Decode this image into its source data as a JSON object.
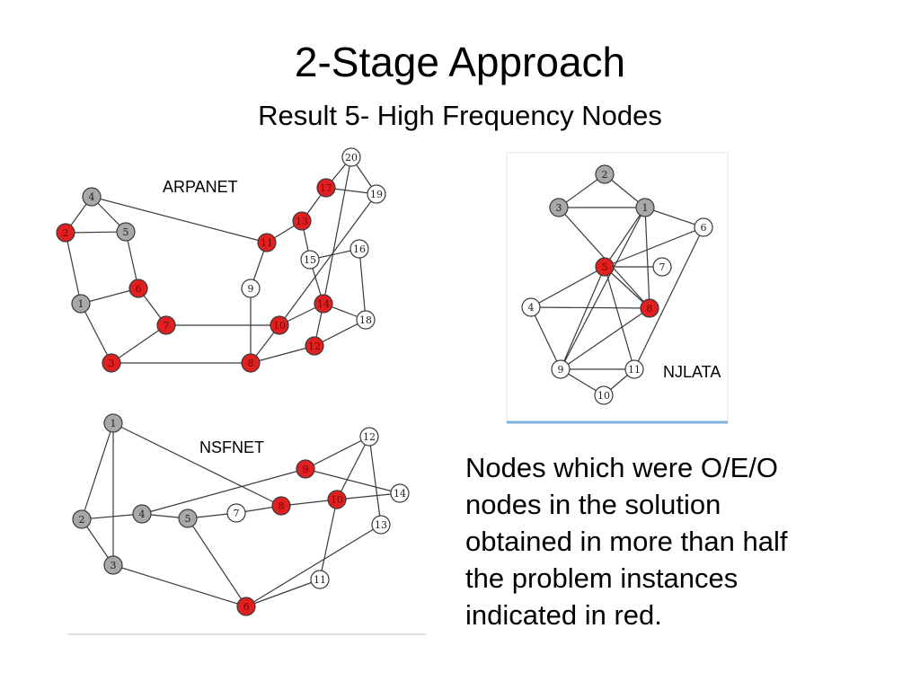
{
  "title": "2-Stage Approach",
  "subtitle": "Result 5- High Frequency Nodes",
  "note_lines": [
    "Nodes which were O/E/O",
    "nodes in the solution",
    "obtained in more than half",
    "the problem instances",
    "indicated in red."
  ],
  "colors": {
    "red": "#e02020",
    "gray": "#a8a8a8",
    "white": "#ffffff",
    "frame_line": "#7fb0dc"
  },
  "graphs": {
    "arpanet": {
      "label": "ARPANET",
      "nodes": [
        {
          "id": "1",
          "color": "gray"
        },
        {
          "id": "2",
          "color": "red"
        },
        {
          "id": "3",
          "color": "red"
        },
        {
          "id": "4",
          "color": "gray"
        },
        {
          "id": "5",
          "color": "gray"
        },
        {
          "id": "6",
          "color": "red"
        },
        {
          "id": "7",
          "color": "red"
        },
        {
          "id": "8",
          "color": "red"
        },
        {
          "id": "9",
          "color": "white"
        },
        {
          "id": "10",
          "color": "red"
        },
        {
          "id": "11",
          "color": "red"
        },
        {
          "id": "12",
          "color": "red"
        },
        {
          "id": "13",
          "color": "red"
        },
        {
          "id": "14",
          "color": "red"
        },
        {
          "id": "15",
          "color": "white"
        },
        {
          "id": "16",
          "color": "white"
        },
        {
          "id": "17",
          "color": "red"
        },
        {
          "id": "18",
          "color": "white"
        },
        {
          "id": "19",
          "color": "white"
        },
        {
          "id": "20",
          "color": "white"
        }
      ],
      "edges": [
        [
          "4",
          "2"
        ],
        [
          "4",
          "5"
        ],
        [
          "4",
          "11"
        ],
        [
          "2",
          "5"
        ],
        [
          "2",
          "1"
        ],
        [
          "5",
          "6"
        ],
        [
          "1",
          "6"
        ],
        [
          "1",
          "3"
        ],
        [
          "6",
          "7"
        ],
        [
          "7",
          "3"
        ],
        [
          "7",
          "10"
        ],
        [
          "3",
          "8"
        ],
        [
          "8",
          "9"
        ],
        [
          "8",
          "10"
        ],
        [
          "8",
          "12"
        ],
        [
          "9",
          "11"
        ],
        [
          "11",
          "13"
        ],
        [
          "13",
          "17"
        ],
        [
          "13",
          "15"
        ],
        [
          "17",
          "20"
        ],
        [
          "17",
          "19"
        ],
        [
          "20",
          "19"
        ],
        [
          "20",
          "14"
        ],
        [
          "19",
          "10"
        ],
        [
          "15",
          "14"
        ],
        [
          "15",
          "16"
        ],
        [
          "14",
          "10"
        ],
        [
          "14",
          "18"
        ],
        [
          "14",
          "12"
        ],
        [
          "16",
          "18"
        ],
        [
          "18",
          "12"
        ]
      ]
    },
    "nsfnet": {
      "label": "NSFNET",
      "nodes": [
        {
          "id": "1",
          "color": "gray"
        },
        {
          "id": "2",
          "color": "gray"
        },
        {
          "id": "3",
          "color": "gray"
        },
        {
          "id": "4",
          "color": "gray"
        },
        {
          "id": "5",
          "color": "gray"
        },
        {
          "id": "6",
          "color": "red"
        },
        {
          "id": "7",
          "color": "white"
        },
        {
          "id": "8",
          "color": "red"
        },
        {
          "id": "9",
          "color": "red"
        },
        {
          "id": "10",
          "color": "red"
        },
        {
          "id": "11",
          "color": "white"
        },
        {
          "id": "12",
          "color": "white"
        },
        {
          "id": "13",
          "color": "white"
        },
        {
          "id": "14",
          "color": "white"
        }
      ],
      "edges": [
        [
          "1",
          "2"
        ],
        [
          "1",
          "3"
        ],
        [
          "1",
          "8"
        ],
        [
          "2",
          "3"
        ],
        [
          "2",
          "4"
        ],
        [
          "3",
          "6"
        ],
        [
          "4",
          "5"
        ],
        [
          "4",
          "9"
        ],
        [
          "5",
          "7"
        ],
        [
          "5",
          "6"
        ],
        [
          "7",
          "8"
        ],
        [
          "8",
          "10"
        ],
        [
          "9",
          "12"
        ],
        [
          "9",
          "14"
        ],
        [
          "10",
          "12"
        ],
        [
          "10",
          "14"
        ],
        [
          "10",
          "11"
        ],
        [
          "12",
          "13"
        ],
        [
          "13",
          "6"
        ],
        [
          "6",
          "11"
        ]
      ]
    },
    "njlata": {
      "label": "NJLATA",
      "nodes": [
        {
          "id": "1",
          "color": "gray"
        },
        {
          "id": "2",
          "color": "gray"
        },
        {
          "id": "3",
          "color": "gray"
        },
        {
          "id": "4",
          "color": "white"
        },
        {
          "id": "5",
          "color": "red"
        },
        {
          "id": "6",
          "color": "white"
        },
        {
          "id": "7",
          "color": "white"
        },
        {
          "id": "8",
          "color": "red"
        },
        {
          "id": "9",
          "color": "white"
        },
        {
          "id": "10",
          "color": "white"
        },
        {
          "id": "11",
          "color": "white"
        }
      ],
      "edges": [
        [
          "2",
          "3"
        ],
        [
          "2",
          "1"
        ],
        [
          "3",
          "1"
        ],
        [
          "3",
          "8"
        ],
        [
          "1",
          "6"
        ],
        [
          "1",
          "5"
        ],
        [
          "1",
          "8"
        ],
        [
          "1",
          "9"
        ],
        [
          "6",
          "5"
        ],
        [
          "6",
          "11"
        ],
        [
          "5",
          "7"
        ],
        [
          "5",
          "8"
        ],
        [
          "5",
          "9"
        ],
        [
          "5",
          "4"
        ],
        [
          "5",
          "11"
        ],
        [
          "4",
          "8"
        ],
        [
          "4",
          "9"
        ],
        [
          "8",
          "9"
        ],
        [
          "9",
          "11"
        ],
        [
          "9",
          "10"
        ],
        [
          "11",
          "10"
        ]
      ]
    }
  }
}
